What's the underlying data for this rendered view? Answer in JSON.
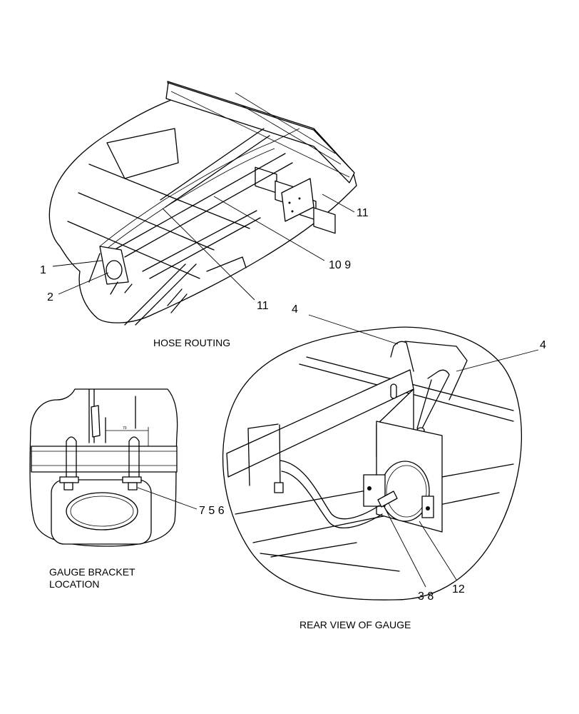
{
  "views": {
    "hose_routing": {
      "caption": "HOSE ROUTING",
      "callouts": [
        "1",
        "2",
        "11",
        "10 9",
        "11"
      ]
    },
    "gauge_bracket": {
      "caption_line1": "GAUGE BRACKET",
      "caption_line2": "LOCATION",
      "dimension": "70",
      "callouts": [
        "7 5 6"
      ]
    },
    "rear_view": {
      "caption": "REAR VIEW OF GAUGE",
      "callouts": [
        "4",
        "4",
        "3 8",
        "12"
      ]
    }
  }
}
